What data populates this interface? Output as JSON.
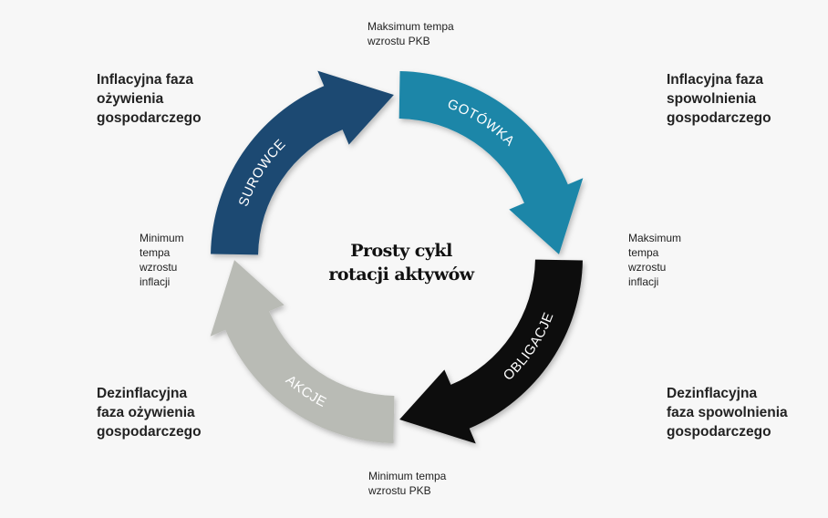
{
  "title": [
    "Prosty cykl",
    "rotacji aktywów"
  ],
  "arrows": [
    {
      "label": "SUROWCE",
      "color": "#1b4a72",
      "text_color": "#ffffff"
    },
    {
      "label": "GOTÓWKA",
      "color": "#1f86a8",
      "text_color": "#ffffff"
    },
    {
      "label": "OBLIGACJE",
      "color": "#0a0a0a",
      "text_color": "#ffffff"
    },
    {
      "label": "AKCJE",
      "color": "#b9bbb5",
      "text_color": "#ffffff"
    }
  ],
  "phases": {
    "top_left": [
      "Inflacyjna faza",
      "ożywienia",
      "gospodarczego"
    ],
    "top_right": [
      "Inflacyjna faza",
      "spowolnienia",
      "gospodarczego"
    ],
    "bottom_left": [
      "Dezinflacyjna",
      "faza ożywienia",
      "gospodarczego"
    ],
    "bottom_right": [
      "Dezinflacyjna",
      "faza spowolnienia",
      "gospodarczego"
    ]
  },
  "markers": {
    "top": [
      "Maksimum tempa",
      "wzrostu PKB"
    ],
    "right": [
      "Maksimum",
      "tempa",
      "wzrostu",
      "inflacji"
    ],
    "bottom": [
      "Minimum tempa",
      "wzrostu PKB"
    ],
    "left": [
      "Minimum",
      "tempa",
      "wzrostu",
      "inflacji"
    ]
  }
}
